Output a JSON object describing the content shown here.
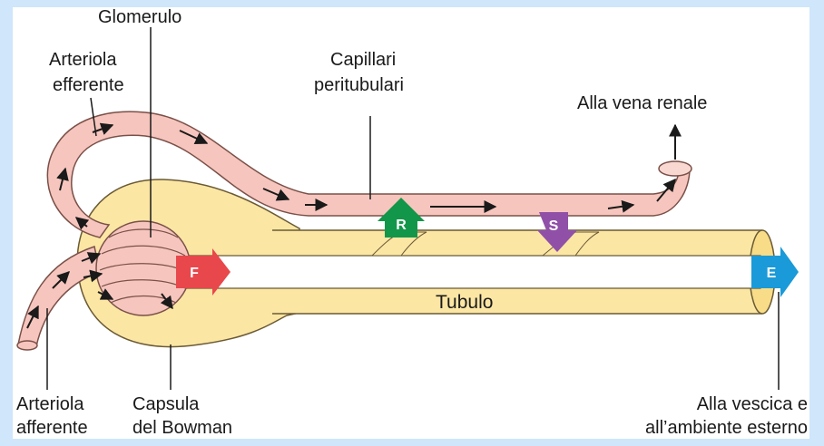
{
  "colors": {
    "background": "#cfe6fb",
    "panel": "#ffffff",
    "vessel_fill": "#f6c6be",
    "vessel_stroke": "#7a5048",
    "tubule_fill": "#fbe6a4",
    "tubule_stroke": "#6b5a34",
    "filtration": "#e8474c",
    "reabsorption": "#12964a",
    "secretion": "#9050a8",
    "excretion": "#1a9ad8"
  },
  "labels": {
    "glomerulo": "Glomerulo",
    "arteriola_efferente_1": "Arteriola",
    "arteriola_efferente_2": "efferente",
    "capillari_1": "Capillari",
    "capillari_2": "peritubulari",
    "vena_renale": "Alla vena renale",
    "arteriola_afferente_1": "Arteriola",
    "arteriola_afferente_2": "afferente",
    "capsula_1": "Capsula",
    "capsula_2": "del Bowman",
    "vescica_1": "Alla vescica e",
    "vescica_2": "all’ambiente esterno",
    "tubulo": "Tubulo"
  },
  "processes": {
    "filtration": "F",
    "reabsorption": "R",
    "secretion": "S",
    "excretion": "E"
  },
  "icons": {
    "arrow": "flow-arrow-icon"
  }
}
